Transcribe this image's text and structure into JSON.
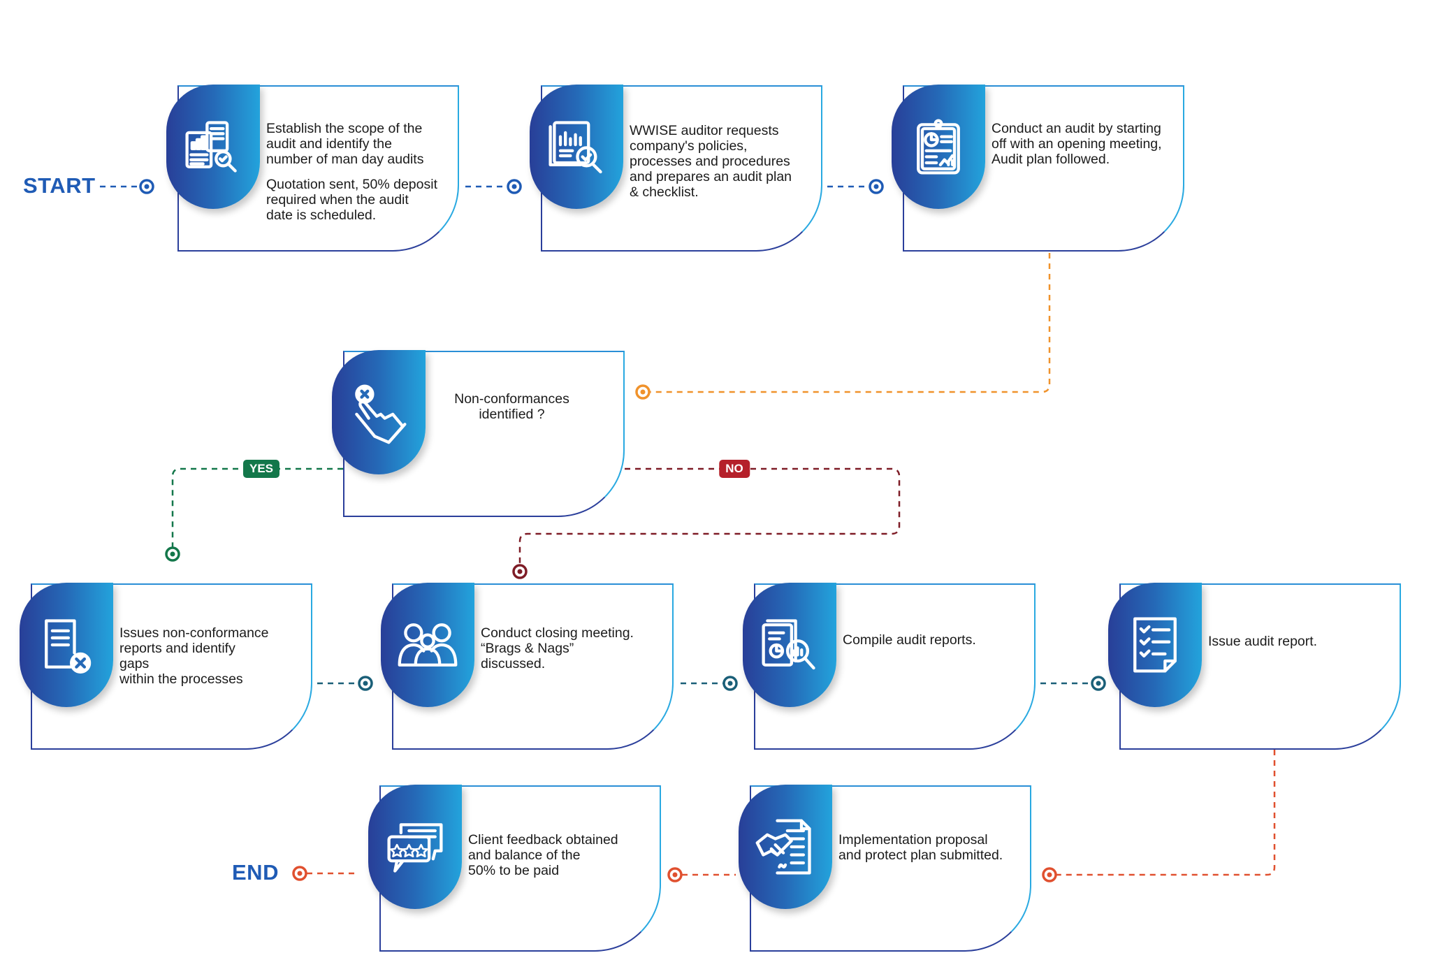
{
  "start_label": "START",
  "end_label": "END",
  "decision": {
    "yes_label": "YES",
    "no_label": "NO"
  },
  "colors": {
    "card_gradient_start": "#283f98",
    "card_gradient_end": "#23a3dc",
    "start_connector": "#1f5bb5",
    "orange_connector": "#f0922b",
    "yes": "#13774a",
    "no": "#b5202a",
    "no_connector": "#7e1c26",
    "row3_connector": "#1a5f78",
    "end_connector": "#e0502f"
  },
  "steps": [
    {
      "id": "scope",
      "icon": "report-search-icon",
      "lines": [
        "Establish the scope of the",
        "audit and identify the",
        "number of man day audits",
        "",
        "Quotation sent, 50% deposit",
        "required when the audit",
        "date is scheduled."
      ]
    },
    {
      "id": "request",
      "icon": "chart-magnifier-icon",
      "lines": [
        "WWISE auditor requests",
        "company's policies,",
        "processes and procedures",
        "and prepares an audit plan",
        "& checklist."
      ]
    },
    {
      "id": "conduct",
      "icon": "clipboard-chart-icon",
      "lines": [
        "Conduct an audit by starting",
        "off with an opening meeting,",
        "Audit plan followed."
      ]
    },
    {
      "id": "decision",
      "icon": "hand-cross-icon",
      "lines": [
        "Non-conformances",
        "identified ?"
      ]
    },
    {
      "id": "nonconformance",
      "icon": "document-cross-icon",
      "lines": [
        "Issues non-conformance",
        "reports and identify",
        "gaps",
        "within the processes"
      ]
    },
    {
      "id": "closing",
      "icon": "people-group-icon",
      "lines": [
        "Conduct closing meeting.",
        "“Brags & Nags”",
        "discussed."
      ]
    },
    {
      "id": "compile",
      "icon": "report-analysis-icon",
      "lines": [
        "Compile  audit reports."
      ]
    },
    {
      "id": "issue",
      "icon": "checklist-icon",
      "lines": [
        "Issue audit report."
      ]
    },
    {
      "id": "feedback",
      "icon": "rating-chat-icon",
      "lines": [
        "Client feedback obtained",
        "and balance of the",
        "50% to be paid"
      ]
    },
    {
      "id": "implementation",
      "icon": "handshake-contract-icon",
      "lines": [
        "Implementation proposal",
        "and protect plan submitted."
      ]
    }
  ]
}
